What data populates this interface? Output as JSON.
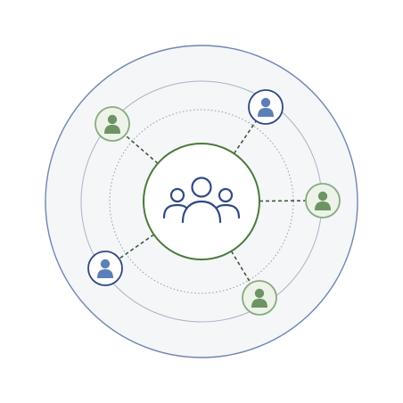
{
  "colors": {
    "background": "#ffffff",
    "outer_ring_stroke": "#6f86b3",
    "outer_ring_fill": "#f4f6f8",
    "inner_ring_stroke": "#aab4c2",
    "dotted_ring_stroke": "#8e9bb8",
    "hub_stroke": "#4a7a3c",
    "hub_fill": "#ffffff",
    "hub_icon": "#2f4a82",
    "connector": "#3e5a3a",
    "green_node_stroke": "#88aa80",
    "green_node_fill": "#eef3ea",
    "green_person": "#6e9466",
    "blue_node_stroke": "#2f4a82",
    "blue_node_fill": "#ffffff",
    "blue_person": "#5d7fb7"
  },
  "hub": {
    "icon": "group-of-people-icon"
  },
  "nodes": [
    {
      "id": "upper-left",
      "icon": "person-icon",
      "theme": "green"
    },
    {
      "id": "upper-right",
      "icon": "person-icon",
      "theme": "blue"
    },
    {
      "id": "right",
      "icon": "person-icon",
      "theme": "green"
    },
    {
      "id": "lower-right",
      "icon": "person-icon",
      "theme": "green"
    },
    {
      "id": "lower-left",
      "icon": "person-icon",
      "theme": "blue"
    }
  ]
}
